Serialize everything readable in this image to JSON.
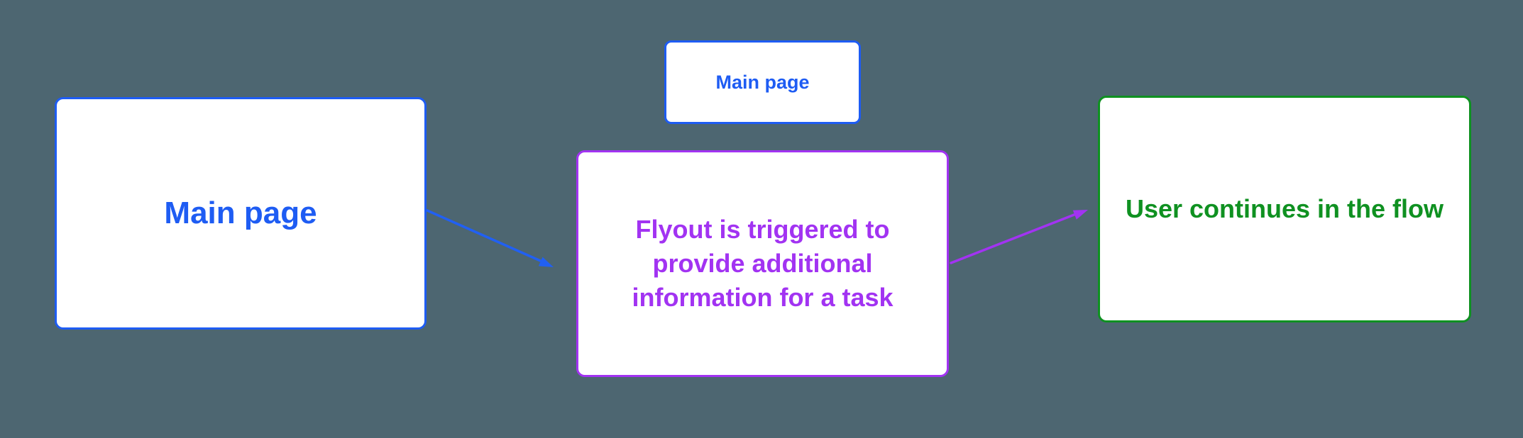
{
  "canvas": {
    "background_color": "#4D6671"
  },
  "diagram": {
    "nodes": [
      {
        "id": "main-page",
        "label": "Main page",
        "color": "#1E5CF3",
        "fill": "#FFFFFF"
      },
      {
        "id": "main-page-mini",
        "label": "Main page",
        "color": "#1E5CF3",
        "fill": "#FFFFFF"
      },
      {
        "id": "flyout",
        "label": "Flyout is triggered to provide additional information for a task",
        "lines": [
          "Flyout is triggered to",
          "provide additional",
          "information for a task"
        ],
        "color": "#A233F2",
        "fill": "#FFFFFF"
      },
      {
        "id": "user-continues",
        "label": "User continues in the flow",
        "color": "#0F9121",
        "fill": "#FFFFFF"
      }
    ],
    "edges": [
      {
        "id": "main-page-to-flyout",
        "from": "main-page",
        "to": "flyout",
        "color": "#2160F3"
      },
      {
        "id": "flyout-to-user-continues",
        "from": "flyout",
        "to": "user-continues",
        "color": "#A233F2"
      }
    ]
  }
}
